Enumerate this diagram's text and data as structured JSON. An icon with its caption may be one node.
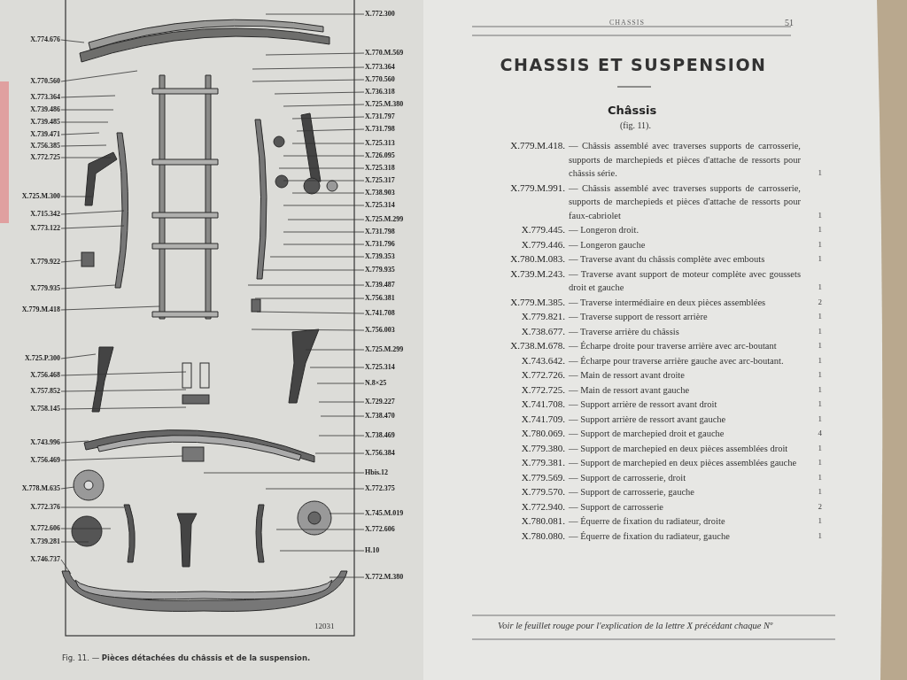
{
  "diagram": {
    "title": "CHASSIS ET SUSPENSION",
    "caption": "Fig. 11. — **Pièces détachées du châssis et de la suspension.**",
    "nodes": [
      {
        "text": [
          "X.774.676"
        ]
      },
      {
        "text": [
          "X.770.560"
        ]
      },
      {
        "text": [
          "X.773.364"
        ]
      },
      {
        "text": [
          "X.739.486"
        ]
      },
      {
        "text": [
          "X.739.485"
        ]
      },
      {
        "text": [
          "X.739.471"
        ]
      },
      {
        "text": [
          "X.756.385"
        ]
      },
      {
        "text": [
          "X.772.725"
        ]
      },
      {
        "text": [
          "X.725.M.300"
        ]
      },
      {
        "text": [
          "X.715.342"
        ]
      },
      {
        "text": [
          "X.773.122"
        ]
      },
      {
        "text": [
          "X.779.922"
        ]
      },
      {
        "text": [
          "X.779.935"
        ]
      },
      {
        "text": [
          "X.779.M.418"
        ]
      },
      {
        "text": [
          "X.725.P.300"
        ]
      },
      {
        "text": [
          "X.756.468"
        ]
      },
      {
        "text": [
          "X.757.852"
        ]
      },
      {
        "text": [
          "X.758.145"
        ]
      },
      {
        "text": [
          "X.743.996"
        ]
      },
      {
        "text": [
          "X.756.469"
        ]
      },
      {
        "text": [
          "X.778.M.635"
        ]
      },
      {
        "text": [
          "X.772.376"
        ]
      },
      {
        "text": [
          "X.772.606"
        ]
      },
      {
        "text": [
          "X.739.281"
        ]
      },
      {
        "text": [
          "X.746.737"
        ]
      },
      {
        "text": [
          "X.772.300"
        ]
      },
      {
        "text": [
          "X.770.M.569"
        ]
      },
      {
        "text": [
          "X.773.364"
        ]
      },
      {
        "text": [
          "X.770.560"
        ]
      },
      {
        "text": [
          "X.736.318"
        ]
      },
      {
        "text": [
          "X.725.M.380"
        ]
      },
      {
        "text": [
          "X.731.797"
        ]
      },
      {
        "text": [
          "X.731.798"
        ]
      },
      {
        "text": [
          "X.725.313"
        ]
      },
      {
        "text": [
          "X.726.095"
        ]
      },
      {
        "text": [
          "X.725.318"
        ]
      },
      {
        "text": [
          "X.725.317"
        ]
      },
      {
        "text": [
          "X.738.903"
        ]
      },
      {
        "text": [
          "X.725.314"
        ]
      },
      {
        "text": [
          "X.725.M.299"
        ]
      },
      {
        "text": [
          "X.731.798"
        ]
      },
      {
        "text": [
          "X.731.796"
        ]
      },
      {
        "text": [
          "X.739.353"
        ]
      },
      {
        "text": [
          "X.779.935"
        ]
      },
      {
        "text": [
          "X.739.487"
        ]
      },
      {
        "text": [
          "X.756.381"
        ]
      },
      {
        "text": [
          "X.741.708"
        ]
      },
      {
        "text": [
          "X.756.003"
        ]
      },
      {
        "text": [
          "X.725.M.299"
        ]
      },
      {
        "text": [
          "X.725.314"
        ]
      },
      {
        "text": [
          "N.8×25"
        ]
      },
      {
        "text": [
          "X.729.227"
        ]
      },
      {
        "text": [
          "X.738.470"
        ]
      },
      {
        "text": [
          "X.738.469"
        ]
      },
      {
        "text": [
          "X.756.384"
        ]
      },
      {
        "text": [
          "Hbis.12"
        ]
      },
      {
        "text": [
          "X.772.375"
        ]
      },
      {
        "text": [
          "X.745.M.019"
        ]
      },
      {
        "text": [
          "X.772.606"
        ]
      },
      {
        "text": [
          "H.10"
        ]
      },
      {
        "text": [
          "X.772.M.380"
        ]
      }
    ],
    "edges": [
      {
        "from": 0,
        "to": null,
        "arrow": "none"
      },
      {
        "from": 1,
        "to": null,
        "arrow": "none"
      },
      {
        "from": 2,
        "to": null,
        "arrow": "none"
      },
      {
        "from": 3,
        "to": null,
        "arrow": "none"
      },
      {
        "from": 4,
        "to": null,
        "arrow": "none"
      },
      {
        "from": 5,
        "to": null,
        "arrow": "none"
      },
      {
        "from": 6,
        "to": null,
        "arrow": "none"
      },
      {
        "from": 7,
        "to": null,
        "arrow": "none"
      },
      {
        "from": 8,
        "to": null,
        "arrow": "none"
      },
      {
        "from": 9,
        "to": null,
        "arrow": "none"
      },
      {
        "from": 10,
        "to": null,
        "arrow": "none"
      },
      {
        "from": 11,
        "to": null,
        "arrow": "none"
      },
      {
        "from": 12,
        "to": null,
        "arrow": "none"
      },
      {
        "from": 13,
        "to": null,
        "arrow": "none"
      },
      {
        "from": 14,
        "to": null,
        "arrow": "none"
      },
      {
        "from": 15,
        "to": null,
        "arrow": "none"
      },
      {
        "from": 16,
        "to": null,
        "arrow": "none"
      },
      {
        "from": 17,
        "to": null,
        "arrow": "none"
      },
      {
        "from": 18,
        "to": null,
        "arrow": "none"
      },
      {
        "from": 19,
        "to": null,
        "arrow": "none"
      },
      {
        "from": 20,
        "to": null,
        "arrow": "none"
      },
      {
        "from": 21,
        "to": null,
        "arrow": "none"
      },
      {
        "from": 22,
        "to": null,
        "arrow": "none"
      },
      {
        "from": 23,
        "to": null,
        "arrow": "none"
      },
      {
        "from": 24,
        "to": null,
        "arrow": "none"
      },
      {
        "from": 25,
        "to": null,
        "arrow": "none"
      },
      {
        "from": 26,
        "to": null,
        "arrow": "none"
      },
      {
        "from": 27,
        "to": null,
        "arrow": "none"
      },
      {
        "from": 28,
        "to": null,
        "arrow": "none"
      },
      {
        "from": 29,
        "to": null,
        "arrow": "none"
      },
      {
        "from": 30,
        "to": null,
        "arrow": "none"
      },
      {
        "from": 31,
        "to": null,
        "arrow": "none"
      },
      {
        "from": 32,
        "to": null,
        "arrow": "none"
      },
      {
        "from": 33,
        "to": null,
        "arrow": "none"
      },
      {
        "from": 34,
        "to": null,
        "arrow": "none"
      },
      {
        "from": 35,
        "to": null,
        "arrow": "none"
      },
      {
        "from": 36,
        "to": null,
        "arrow": "none"
      },
      {
        "from": 37,
        "to": null,
        "arrow": "none"
      },
      {
        "from": 38,
        "to": null,
        "arrow": "none"
      },
      {
        "from": 39,
        "to": null,
        "arrow": "none"
      },
      {
        "from": 40,
        "to": null,
        "arrow": "none"
      },
      {
        "from": 41,
        "to": null,
        "arrow": "none"
      },
      {
        "from": 42,
        "to": null,
        "arrow": "none"
      },
      {
        "from": 43,
        "to": null,
        "arrow": "none"
      },
      {
        "from": 44,
        "to": null,
        "arrow": "none"
      },
      {
        "from": 45,
        "to": null,
        "arrow": "none"
      },
      {
        "from": 46,
        "to": null,
        "arrow": "none"
      },
      {
        "from": 47,
        "to": null,
        "arrow": "none"
      },
      {
        "from": 48,
        "to": null,
        "arrow": "none"
      },
      {
        "from": 49,
        "to": null,
        "arrow": "none"
      },
      {
        "from": 50,
        "to": null,
        "arrow": "none"
      },
      {
        "from": 51,
        "to": null,
        "arrow": "none"
      },
      {
        "from": 52,
        "to": null,
        "arrow": "none"
      },
      {
        "from": 53,
        "to": null,
        "arrow": "none"
      },
      {
        "from": 54,
        "to": null,
        "arrow": "none"
      },
      {
        "from": 55,
        "to": null,
        "arrow": "none"
      },
      {
        "from": 56,
        "to": null,
        "arrow": "none"
      },
      {
        "from": 57,
        "to": null,
        "arrow": "none"
      },
      {
        "from": 58,
        "to": null,
        "arrow": "none"
      },
      {
        "from": 59,
        "to": null,
        "arrow": "none"
      },
      {
        "from": 60,
        "to": null,
        "arrow": "none"
      }
    ],
    "labels": [
      "CHASSIS",
      "51",
      "Châssis",
      "(fig. 11).",
      "X.779.M.418.",
      "— Châssis assemblé avec traverses supports de carrosserie, supports de marchepieds et pièces d'attache de ressorts pour châssis série.",
      "1",
      "X.779.M.991.",
      "— Châssis assemblé avec traverses supports de carrosserie, supports de marchepieds et pièces d'attache de ressorts pour faux-cabriolet",
      "1",
      "X.779.445.",
      "— Longeron droit.",
      "1",
      "X.779.446.",
      "— Longeron gauche",
      "1",
      "X.780.M.083.",
      "— Traverse avant du châssis complète avec embouts",
      "1",
      "X.739.M.243.",
      "— Traverse avant support de moteur complète avec goussets droit et gauche",
      "1",
      "X.779.M.385.",
      "— Traverse intermédiaire en deux pièces assemblées",
      "2",
      "X.779.821.",
      "— Traverse support de ressort arrière",
      "1",
      "X.738.677.",
      "— Traverse arrière du châssis",
      "1",
      "X.738.M.678.",
      "— Écharpe droite pour traverse arrière avec arc-boutant",
      "1",
      "X.743.642.",
      "— Écharpe pour traverse arrière gauche avec arc-boutant.",
      "1",
      "X.772.726.",
      "— Main de ressort avant droite",
      "1",
      "X.772.725.",
      "— Main de ressort avant gauche",
      "1",
      "X.741.708.",
      "— Support arrière de ressort avant droit",
      "1",
      "X.741.709.",
      "— Support arrière de ressort avant gauche",
      "1",
      "X.780.069.",
      "— Support de marchepied droit et gauche",
      "4",
      "X.779.380.",
      "— Support de marchepied en deux pièces assemblées droit",
      "1",
      "X.779.381.",
      "— Support de marchepied en deux pièces assemblées gauche",
      "1",
      "X.779.569.",
      "— Support de carrosserie, droit",
      "1",
      "X.779.570.",
      "— Support de carrosserie, gauche",
      "1",
      "X.772.940.",
      "— Support de carrosserie",
      "2",
      "X.780.081.",
      "— Équerre de fixation du radiateur, droite",
      "1",
      "X.780.080.",
      "— Équerre de fixation du radiateur, gauche",
      "1",
      "Voir le feuillet rouge pour l'explication de la lettre X précédant chaque Nº",
      "12031"
    ]
  }
}
